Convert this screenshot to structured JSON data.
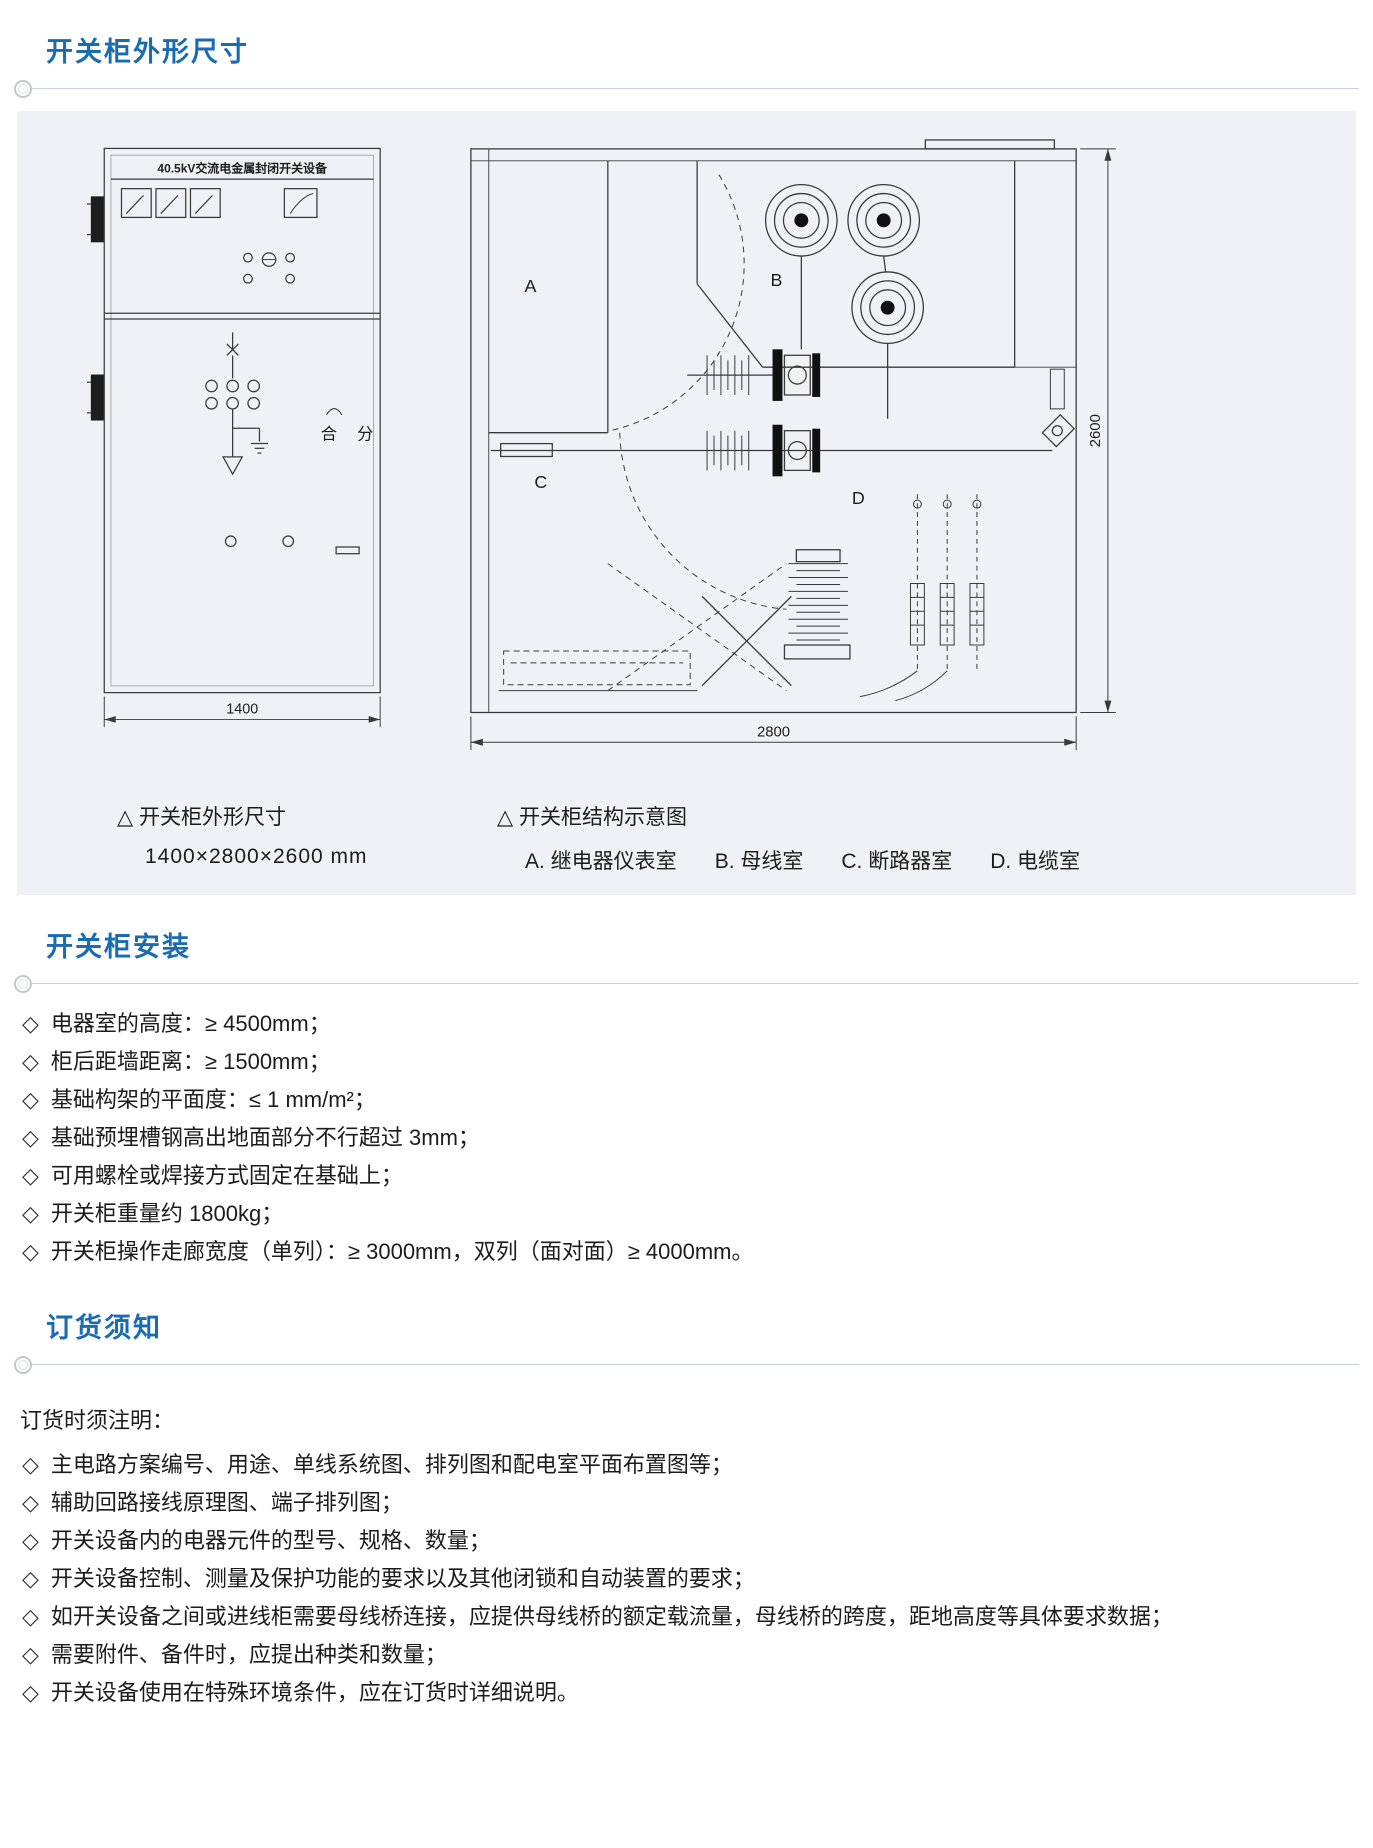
{
  "page": {
    "colors": {
      "heading_blue": "#1a6bb2",
      "panel_gray": "#eff1f4",
      "line_dark": "#3a3a3a"
    },
    "section1": {
      "title": "开关柜外形尺寸"
    },
    "drawing_left": {
      "title": "40.5kV交流电金属封闭开关设备",
      "label_he": "合",
      "label_fen": "分",
      "dim_width": "1400"
    },
    "drawing_right": {
      "label_a": "A",
      "label_b": "B",
      "label_c": "C",
      "label_d": "D",
      "dim_width": "2800",
      "dim_height": "2600"
    },
    "captions": {
      "left_title": "△ 开关柜外形尺寸",
      "left_size": "1400×2800×2600 mm",
      "right_title": "△ 开关柜结构示意图",
      "right_labels": [
        "A. 继电器仪表室",
        "B. 母线室",
        "C. 断路器室",
        "D. 电缆室"
      ]
    },
    "section2": {
      "title": "开关柜安装",
      "bullet": "◇",
      "items": [
        "电器室的高度：≥ 4500mm；",
        "柜后距墙距离：≥ 1500mm；",
        "基础构架的平面度：≤ 1 mm/m²；",
        "基础预埋槽钢高出地面部分不行超过 3mm；",
        "可用螺栓或焊接方式固定在基础上；",
        "开关柜重量约 1800kg；",
        "开关柜操作走廊宽度（单列）：≥ 3000mm，双列（面对面）≥ 4000mm。"
      ]
    },
    "section3": {
      "title": "订货须知",
      "intro": "订货时须注明：",
      "bullet": "◇",
      "items": [
        "主电路方案编号、用途、单线系统图、排列图和配电室平面布置图等；",
        "辅助回路接线原理图、端子排列图；",
        "开关设备内的电器元件的型号、规格、数量；",
        "开关设备控制、测量及保护功能的要求以及其他闭锁和自动装置的要求；",
        "如开关设备之间或进线柜需要母线桥连接，应提供母线桥的额定载流量，母线桥的跨度，距地高度等具体要求数据；",
        "需要附件、备件时，应提出种类和数量；",
        "开关设备使用在特殊环境条件，应在订货时详细说明。"
      ]
    }
  }
}
